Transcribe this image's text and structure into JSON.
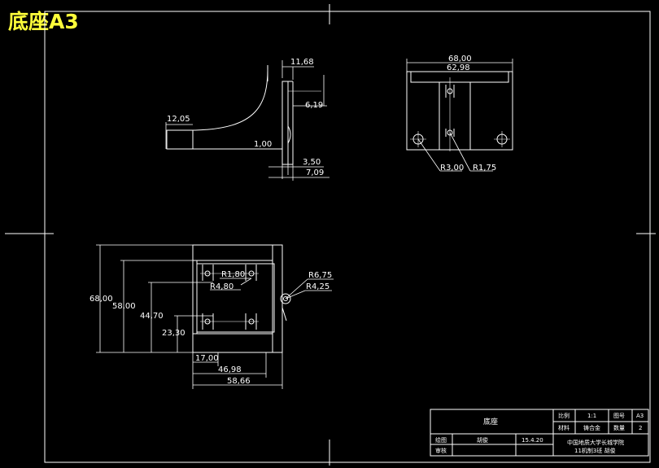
{
  "sheet": {
    "title": "底座A3"
  },
  "side_view": {
    "dims": {
      "d1": "11,68",
      "d2": "6,19",
      "d3": "12,05",
      "d4": "1,00",
      "d5": "3,50",
      "d6": "7,09"
    }
  },
  "top_view": {
    "dims": {
      "d1": "68,00",
      "d2": "62,98",
      "d3": "R3,00",
      "d4": "R1,75"
    }
  },
  "front_view": {
    "dims": {
      "r1": "R1,80",
      "r2": "R4,80",
      "r3": "R6,75",
      "r4": "R4,25",
      "h1": "68,00",
      "h2": "58,00",
      "h3": "44,70",
      "h4": "23,30",
      "w1": "17,00",
      "w2": "46,98",
      "w3": "58,66"
    }
  },
  "title_block": {
    "part_name": "底座",
    "scale_label": "比例",
    "scale_value": "1:1",
    "drawing_no_label": "图号",
    "drawing_no_value": "A3",
    "material_label": "材料",
    "material_value": "铸合金",
    "quantity_label": "数量",
    "quantity_value": "2",
    "drawn_label": "绘图",
    "drawn_name": "胡俊",
    "date": "15.4.20",
    "checked_label": "审核",
    "school": "中国地质大学长城学院",
    "class_info": "11机制3班   胡俊"
  }
}
